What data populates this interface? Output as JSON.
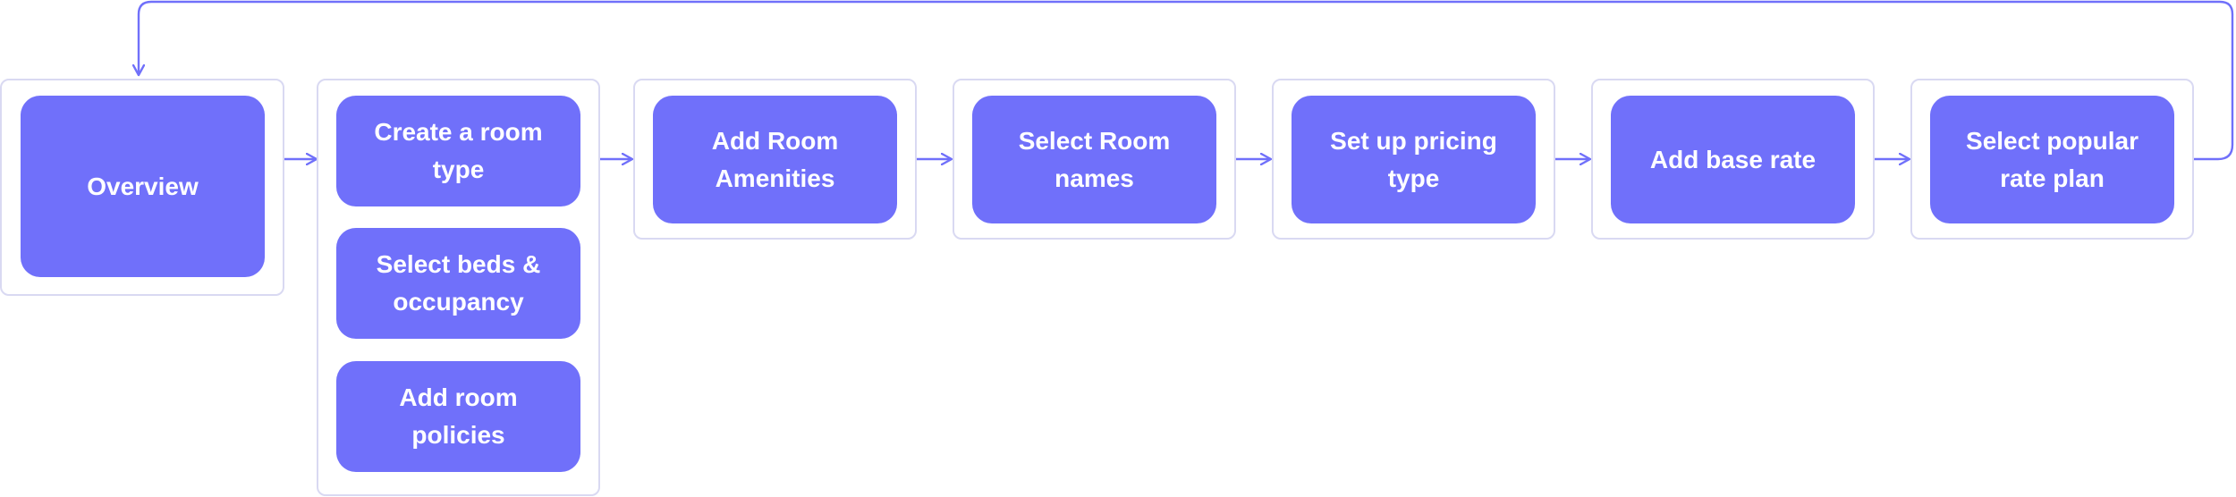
{
  "diagram": {
    "accent_color": "#7070fa",
    "border_color": "#d9d9f2",
    "steps": {
      "overview": "Overview",
      "create_room_type": "Create a room type",
      "select_beds": "Select beds & occupancy",
      "add_room_policies": "Add room policies",
      "add_room_amenities": "Add Room Amenities",
      "select_room_names": "Select Room names",
      "set_up_pricing": "Set up pricing type",
      "add_base_rate": "Add base rate",
      "select_popular_rate": "Select popular rate plan"
    },
    "connectors": [
      {
        "from": "Overview",
        "to": "Create a room type"
      },
      {
        "from": "Create a room type",
        "to": "Add Room Amenities"
      },
      {
        "from": "Add Room Amenities",
        "to": "Select Room names"
      },
      {
        "from": "Select Room names",
        "to": "Set up pricing type"
      },
      {
        "from": "Set up pricing type",
        "to": "Add base rate"
      },
      {
        "from": "Add base rate",
        "to": "Select popular rate plan"
      },
      {
        "from": "Select popular rate plan",
        "to": "Overview"
      }
    ]
  }
}
